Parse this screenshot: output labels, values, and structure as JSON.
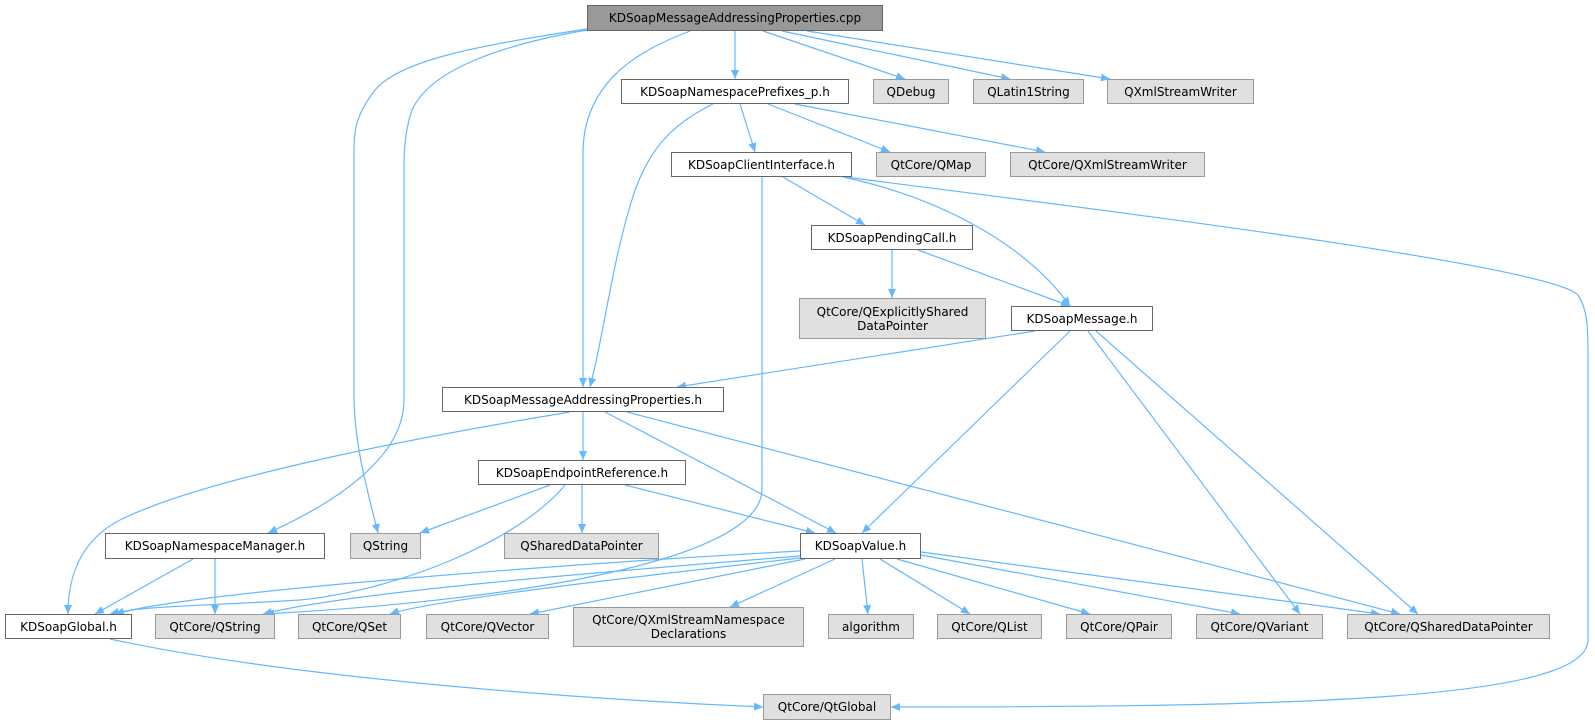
{
  "title": "KDSoapMessageAddressingProperties.cpp include dependency graph",
  "colors": {
    "edge": "#63b8ff",
    "root_fill": "#999999",
    "external_fill": "#e0e0e0",
    "internal_fill": "#ffffff"
  },
  "nodes": [
    {
      "id": "main",
      "label": "KDSoapMessageAddressingProperties.cpp",
      "kind": "root"
    },
    {
      "id": "nsprefixes",
      "label": "KDSoapNamespacePrefixes_p.h",
      "kind": "internal"
    },
    {
      "id": "qdebug",
      "label": "QDebug",
      "kind": "external"
    },
    {
      "id": "qlatin1",
      "label": "QLatin1String",
      "kind": "external"
    },
    {
      "id": "qxmlsw",
      "label": "QXmlStreamWriter",
      "kind": "external"
    },
    {
      "id": "clientif",
      "label": "KDSoapClientInterface.h",
      "kind": "internal"
    },
    {
      "id": "qmap",
      "label": "QtCore/QMap",
      "kind": "external"
    },
    {
      "id": "qcxmlsw",
      "label": "QtCore/QXmlStreamWriter",
      "kind": "external"
    },
    {
      "id": "pending",
      "label": "KDSoapPendingCall.h",
      "kind": "internal"
    },
    {
      "id": "qexpl",
      "label": "QtCore/QExplicitlyShared\nDataPointer",
      "kind": "external"
    },
    {
      "id": "message",
      "label": "KDSoapMessage.h",
      "kind": "internal"
    },
    {
      "id": "maph",
      "label": "KDSoapMessageAddressingProperties.h",
      "kind": "internal"
    },
    {
      "id": "epr",
      "label": "KDSoapEndpointReference.h",
      "kind": "internal"
    },
    {
      "id": "nsmgr",
      "label": "KDSoapNamespaceManager.h",
      "kind": "internal"
    },
    {
      "id": "qstring",
      "label": "QString",
      "kind": "external"
    },
    {
      "id": "qsdp",
      "label": "QSharedDataPointer",
      "kind": "external"
    },
    {
      "id": "value",
      "label": "KDSoapValue.h",
      "kind": "internal"
    },
    {
      "id": "global",
      "label": "KDSoapGlobal.h",
      "kind": "internal"
    },
    {
      "id": "qcqstring",
      "label": "QtCore/QString",
      "kind": "external"
    },
    {
      "id": "qset",
      "label": "QtCore/QSet",
      "kind": "external"
    },
    {
      "id": "qvector",
      "label": "QtCore/QVector",
      "kind": "external"
    },
    {
      "id": "qxmlns",
      "label": "QtCore/QXmlStreamNamespace\nDeclarations",
      "kind": "external"
    },
    {
      "id": "algorithm",
      "label": "algorithm",
      "kind": "external"
    },
    {
      "id": "qlist",
      "label": "QtCore/QList",
      "kind": "external"
    },
    {
      "id": "qpair",
      "label": "QtCore/QPair",
      "kind": "external"
    },
    {
      "id": "qvariant",
      "label": "QtCore/QVariant",
      "kind": "external"
    },
    {
      "id": "qcsdp",
      "label": "QtCore/QSharedDataPointer",
      "kind": "external"
    },
    {
      "id": "qtglobal",
      "label": "QtCore/QtGlobal",
      "kind": "external"
    }
  ],
  "edges": [
    [
      "main",
      "qstring"
    ],
    [
      "main",
      "nsmgr"
    ],
    [
      "main",
      "maph"
    ],
    [
      "main",
      "nsprefixes"
    ],
    [
      "main",
      "qdebug"
    ],
    [
      "main",
      "qlatin1"
    ],
    [
      "main",
      "qxmlsw"
    ],
    [
      "nsprefixes",
      "maph"
    ],
    [
      "nsprefixes",
      "clientif"
    ],
    [
      "nsprefixes",
      "qmap"
    ],
    [
      "nsprefixes",
      "qcxmlsw"
    ],
    [
      "clientif",
      "pending"
    ],
    [
      "clientif",
      "message"
    ],
    [
      "clientif",
      "qtglobal"
    ],
    [
      "clientif",
      "qcqstring"
    ],
    [
      "pending",
      "qexpl"
    ],
    [
      "pending",
      "message"
    ],
    [
      "message",
      "maph"
    ],
    [
      "message",
      "value"
    ],
    [
      "message",
      "qvariant"
    ],
    [
      "message",
      "qcsdp"
    ],
    [
      "maph",
      "global"
    ],
    [
      "maph",
      "epr"
    ],
    [
      "maph",
      "value"
    ],
    [
      "maph",
      "qcsdp"
    ],
    [
      "epr",
      "qstring"
    ],
    [
      "epr",
      "qsdp"
    ],
    [
      "epr",
      "global"
    ],
    [
      "epr",
      "value"
    ],
    [
      "nsmgr",
      "global"
    ],
    [
      "nsmgr",
      "qcqstring"
    ],
    [
      "value",
      "global"
    ],
    [
      "value",
      "qcqstring"
    ],
    [
      "value",
      "qset"
    ],
    [
      "value",
      "qvector"
    ],
    [
      "value",
      "qxmlns"
    ],
    [
      "value",
      "algorithm"
    ],
    [
      "value",
      "qlist"
    ],
    [
      "value",
      "qpair"
    ],
    [
      "value",
      "qvariant"
    ],
    [
      "value",
      "qcsdp"
    ],
    [
      "global",
      "qtglobal"
    ]
  ]
}
